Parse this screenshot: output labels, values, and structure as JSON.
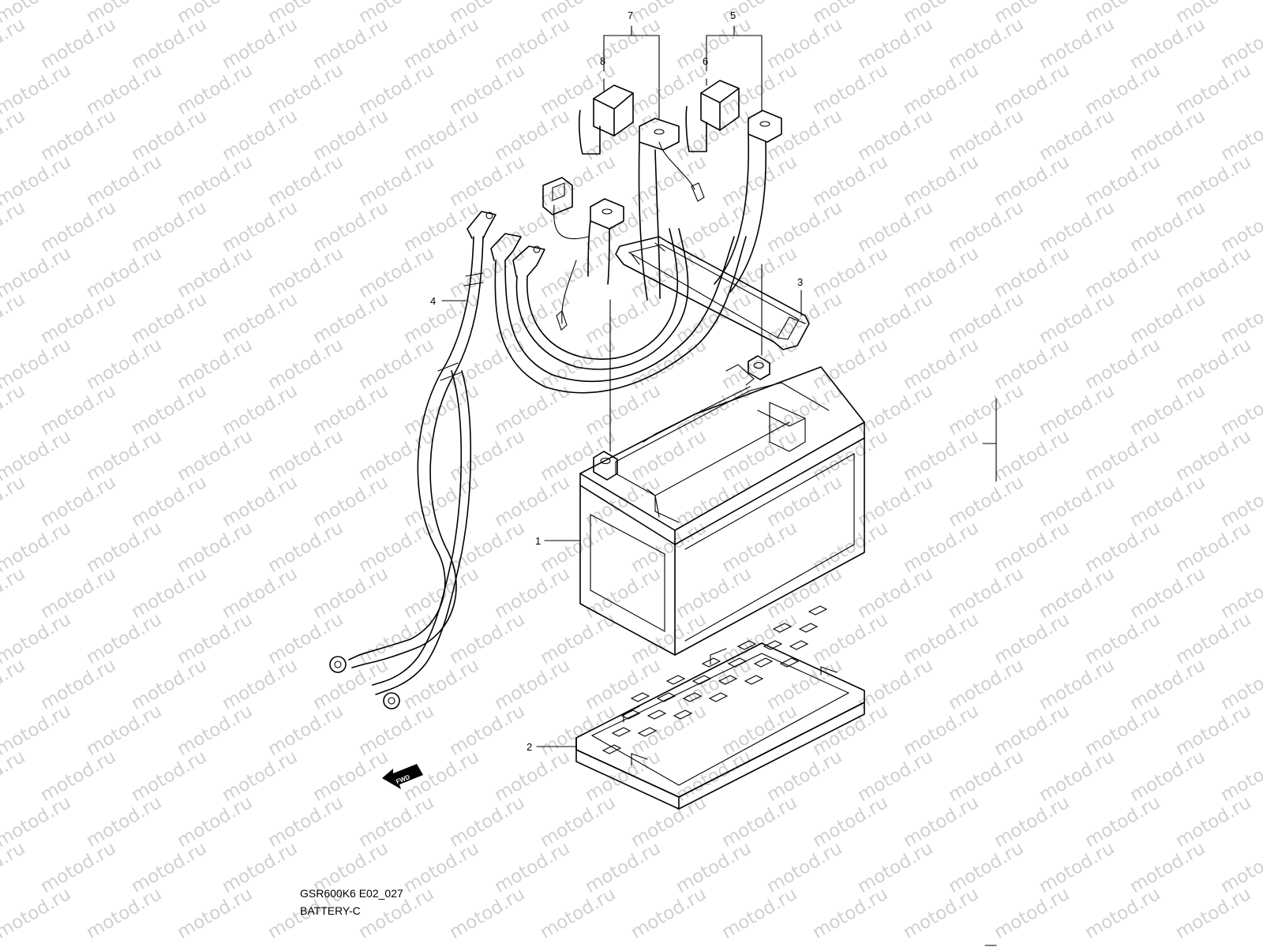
{
  "diagram": {
    "model_code": "GSR600K6 E02_027",
    "section_title": "BATTERY-C",
    "watermark_text": "motod.ru",
    "fwd_label": "FWD",
    "callouts": [
      {
        "id": "7",
        "label": "7"
      },
      {
        "id": "5",
        "label": "5"
      },
      {
        "id": "8",
        "label": "8"
      },
      {
        "id": "6",
        "label": "6"
      },
      {
        "id": "3",
        "label": "3"
      },
      {
        "id": "4",
        "label": "4"
      },
      {
        "id": "1",
        "label": "1"
      },
      {
        "id": "2",
        "label": "2"
      }
    ]
  },
  "colors": {
    "line": "#000000",
    "watermark": "#d0d0d0",
    "background": "#ffffff"
  }
}
